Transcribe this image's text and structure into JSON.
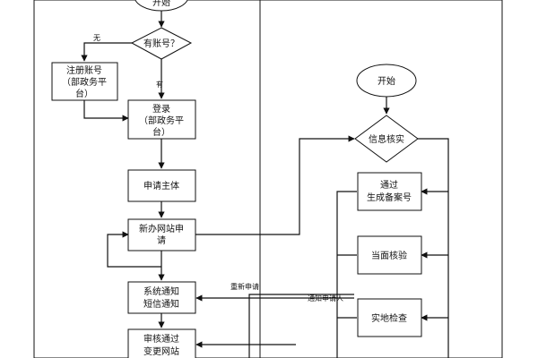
{
  "nodes": {
    "start_top": "开始",
    "has_account": "有账号？",
    "register": [
      "注册账号",
      "（部政务平",
      "台）"
    ],
    "login": [
      "登录",
      "（部政务平",
      "台）"
    ],
    "apply_subject": "申请主体",
    "new_site": [
      "新办网站申",
      "请"
    ],
    "sys_notify": [
      "系统通知",
      "短信通知"
    ],
    "approved": [
      "审核通过",
      "变更网站"
    ],
    "start_right": "开始",
    "info_check": "信息核实",
    "pass": [
      "通过",
      "生成备案号"
    ],
    "face_check": "当面核验",
    "site_inspect": "实地检查"
  },
  "labels": {
    "no": "无",
    "yes": "有",
    "reapply": "重新申请",
    "notify_applicant": "通知申请人"
  }
}
